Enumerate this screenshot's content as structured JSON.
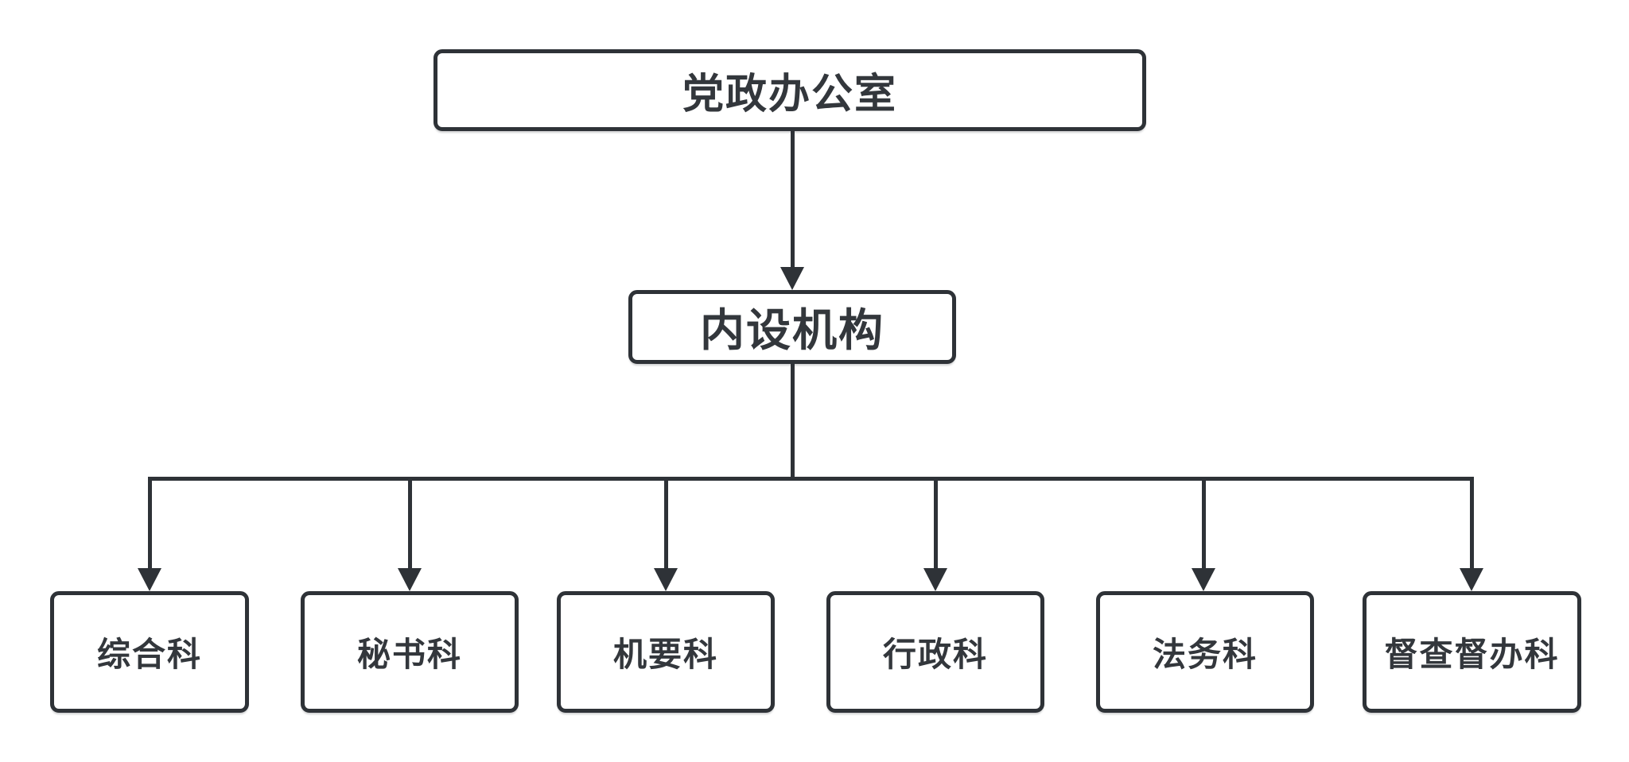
{
  "org_chart": {
    "root": {
      "label": "党政办公室"
    },
    "level2": {
      "label": "内设机构"
    },
    "departments": [
      {
        "label": "综合科"
      },
      {
        "label": "秘书科"
      },
      {
        "label": "机要科"
      },
      {
        "label": "行政科"
      },
      {
        "label": "法务科"
      },
      {
        "label": "督查督办科"
      }
    ],
    "colors": {
      "line": "#2e3237",
      "text": "#33373c",
      "node_background": "#ffffff",
      "page_background": "#ffffff"
    }
  }
}
